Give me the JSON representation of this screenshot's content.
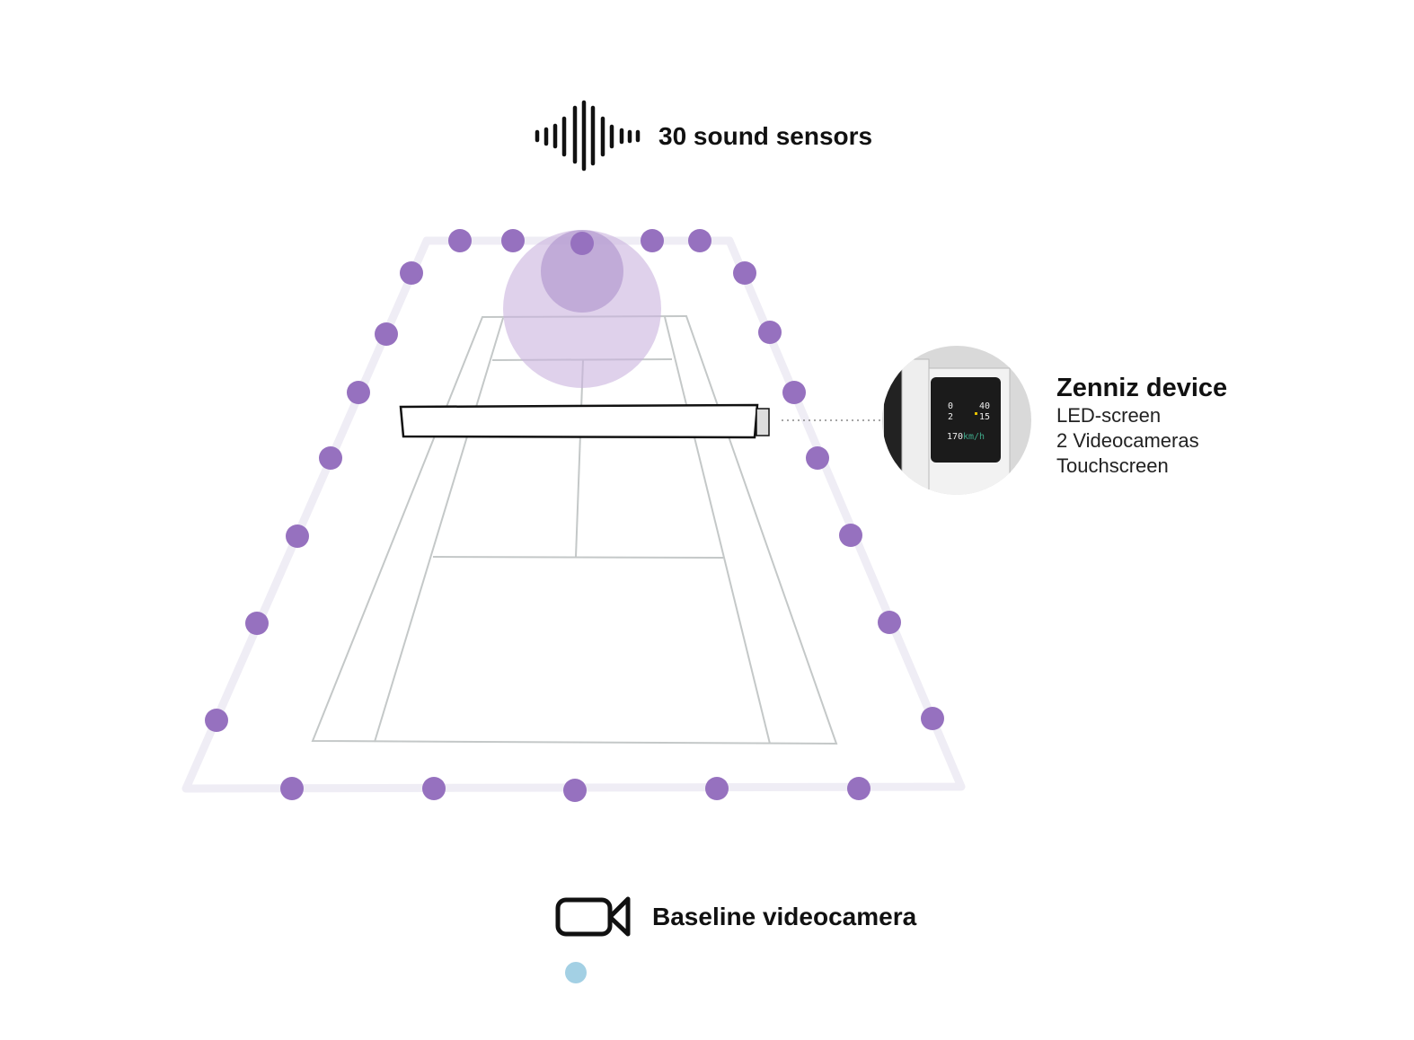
{
  "sound_sensors": {
    "label": "30 sound sensors",
    "icon": "sound-wave-icon"
  },
  "device": {
    "title": "Zenniz device",
    "features": [
      "LED-screen",
      "2 Videocameras",
      "Touchscreen"
    ],
    "screen": {
      "p1_sets": "0",
      "p1_points": "40",
      "p2_sets": "2",
      "p2_points": "15",
      "speed_value": "170",
      "speed_unit": "km/h"
    }
  },
  "camera": {
    "label": "Baseline videocamera",
    "icon": "videocamera-icon"
  },
  "colors": {
    "sensor": "#9671bf",
    "perimeter": "#efedf5",
    "coverage": "#c9b3dd",
    "camera_dot": "#a3d0e4",
    "court_line": "#c9cccc"
  }
}
